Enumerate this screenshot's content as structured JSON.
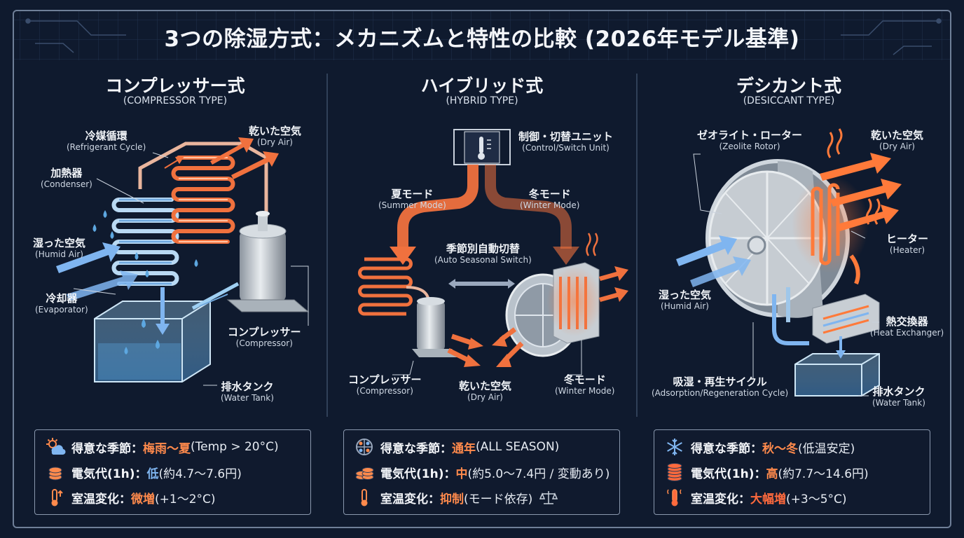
{
  "title": "3つの除湿方式：メカニズムと特性の比較 (2026年モデル基準)",
  "colors": {
    "background": "#0f1a2e",
    "hot": "#f0713e",
    "cold": "#7fb5f0",
    "accent_orange": "#ff8a4c"
  },
  "sections": [
    {
      "title": "コンプレッサー式",
      "subtitle": "(COMPRESSOR TYPE)",
      "labels": {
        "refrigerant": {
          "ja": "冷媒循環",
          "en": "(Refrigerant Cycle)"
        },
        "dry_air": {
          "ja": "乾いた空気",
          "en": "(Dry Air)"
        },
        "condenser": {
          "ja": "加熱器",
          "en": "(Condenser)"
        },
        "humid_air": {
          "ja": "湿った空気",
          "en": "(Humid Air)"
        },
        "evaporator": {
          "ja": "冷却器",
          "en": "(Evaporator)"
        },
        "compressor": {
          "ja": "コンプレッサー",
          "en": "(Compressor)"
        },
        "water_tank": {
          "ja": "排水タンク",
          "en": "(Water Tank)"
        }
      },
      "stats": [
        {
          "icon": "weather-cloud-sun-icon",
          "key": "得意な季節：",
          "highlight": "梅雨〜夏",
          "highlight_color": "orange",
          "rest": " (Temp > 20°C)"
        },
        {
          "icon": "coin-stack-icon",
          "key": "電気代(1h)：",
          "highlight": "低",
          "highlight_color": "blue",
          "rest": " (約4.7〜7.6円)"
        },
        {
          "icon": "thermometer-up-icon",
          "key": "室温変化：",
          "highlight": "微増",
          "highlight_color": "orange",
          "rest": " (+1〜2°C)"
        }
      ]
    },
    {
      "title": "ハイブリッド式",
      "subtitle": "(HYBRID TYPE)",
      "labels": {
        "control": {
          "ja": "制御・切替ユニット",
          "en": "(Control/Switch Unit)"
        },
        "summer": {
          "ja": "夏モード",
          "en": "(Summer Mode)"
        },
        "winter": {
          "ja": "冬モード",
          "en": "(Winter Mode)"
        },
        "auto": {
          "ja": "季節別自動切替",
          "en": "(Auto Seasonal Switch)"
        },
        "compressor": {
          "ja": "コンプレッサー",
          "en": "(Compressor)"
        },
        "dry_air": {
          "ja": "乾いた空気",
          "en": "(Dry Air)"
        },
        "winter2": {
          "ja": "冬モード",
          "en": "(Winter Mode)"
        }
      },
      "stats": [
        {
          "icon": "four-seasons-icon",
          "key": "得意な季節：",
          "highlight": "通年",
          "highlight_color": "orange",
          "rest": " (ALL SEASON)"
        },
        {
          "icon": "coin-stack-icon",
          "key": "電気代(1h)：",
          "highlight": "中",
          "highlight_color": "orange",
          "rest": " (約5.0〜7.4円 / 変動あり)"
        },
        {
          "icon": "thermometer-icon",
          "key": "室温変化：",
          "highlight": "抑制",
          "highlight_color": "orange",
          "rest": " (モード依存)"
        }
      ]
    },
    {
      "title": "デシカント式",
      "subtitle": "(DESICCANT TYPE)",
      "labels": {
        "rotor": {
          "ja": "ゼオライト・ローター",
          "en": "(Zeolite Rotor)"
        },
        "dry_air": {
          "ja": "乾いた空気",
          "en": "(Dry Air)"
        },
        "heater": {
          "ja": "ヒーター",
          "en": "(Heater)"
        },
        "humid_air": {
          "ja": "湿った空気",
          "en": "(Humid Air)"
        },
        "heat_exchanger": {
          "ja": "熱交換器",
          "en": "(Heat Exchanger)"
        },
        "cycle": {
          "ja": "吸湿・再生サイクル",
          "en": "(Adsorption/Regeneration Cycle)"
        },
        "water_tank": {
          "ja": "排水タンク",
          "en": "(Water Tank)"
        }
      },
      "stats": [
        {
          "icon": "snowflake-icon",
          "key": "得意な季節：",
          "highlight": "秋〜冬",
          "highlight_color": "orange",
          "rest": " (低温安定)"
        },
        {
          "icon": "coin-stack-icon",
          "key": "電気代(1h)：",
          "highlight": "高",
          "highlight_color": "orange",
          "rest": " (約7.7〜14.6円)"
        },
        {
          "icon": "thermometer-hot-icon",
          "key": "室温変化：",
          "highlight": "大幅増",
          "highlight_color": "red",
          "rest": " (+3〜5°C)"
        }
      ]
    }
  ]
}
